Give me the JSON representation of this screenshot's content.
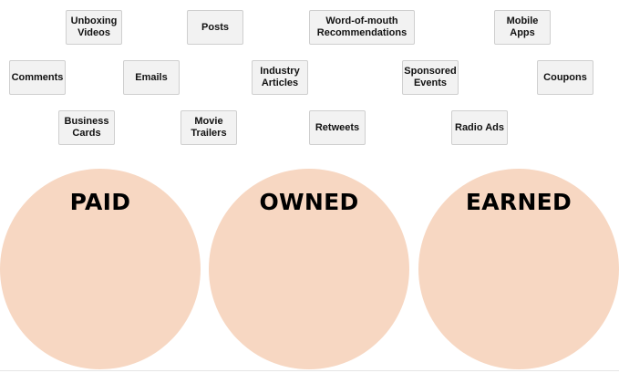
{
  "cards": {
    "unboxing_videos": "Unboxing\nVideos",
    "posts": "Posts",
    "word_of_mouth": "Word-of-mouth\nRecommendations",
    "mobile_apps": "Mobile\nApps",
    "comments": "Comments",
    "emails": "Emails",
    "industry_articles": "Industry\nArticles",
    "sponsored_events": "Sponsored\nEvents",
    "coupons": "Coupons",
    "business_cards": "Business\nCards",
    "movie_trailers": "Movie\nTrailers",
    "retweets": "Retweets",
    "radio_ads": "Radio Ads"
  },
  "categories": {
    "paid": "PAID",
    "owned": "OWNED",
    "earned": "EARNED"
  },
  "colors": {
    "circle_fill": "#f7d7c2",
    "card_fill": "#f2f2f2",
    "card_border": "#cfcfcf"
  }
}
